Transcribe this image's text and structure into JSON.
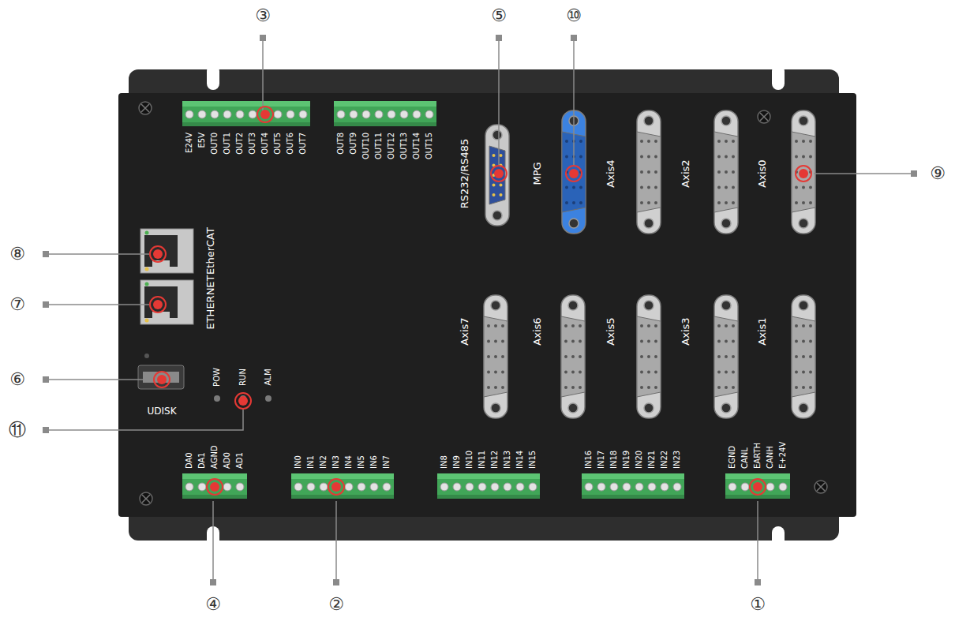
{
  "diagram": {
    "labels": [
      "③",
      "⑤",
      "⑩",
      "⑨",
      "⑧",
      "⑦",
      "⑥",
      "⑪",
      "④",
      "②",
      "①",
      "E24V",
      "E5V",
      "OUT0",
      "OUT1",
      "OUT2",
      "OUT3",
      "OUT4",
      "OUT5",
      "OUT6",
      "OUT7",
      "OUT8",
      "OUT9",
      "OUT10",
      "OUT11",
      "OUT12",
      "OUT13",
      "OUT14",
      "OUT15",
      "RS232/RS485",
      "MPG",
      "Axis4",
      "Axis2",
      "Axis0",
      "EtherCAT",
      "ETHERNET",
      "UDISK",
      "POW",
      "RUN",
      "ALM",
      "Axis7",
      "Axis6",
      "Axis5",
      "Axis3",
      "Axis1",
      "DA0",
      "DA1",
      "AGND",
      "AD0",
      "AD1",
      "IN0",
      "IN1",
      "IN2",
      "IN3",
      "IN4",
      "IN5",
      "IN6",
      "IN7",
      "IN8",
      "IN9",
      "IN10",
      "IN11",
      "IN12",
      "IN13",
      "IN14",
      "IN15",
      "IN16",
      "IN17",
      "IN18",
      "IN19",
      "IN20",
      "IN21",
      "IN22",
      "IN23",
      "EGND",
      "CANL",
      "EARTH",
      "CANH",
      "E+24V"
    ]
  }
}
